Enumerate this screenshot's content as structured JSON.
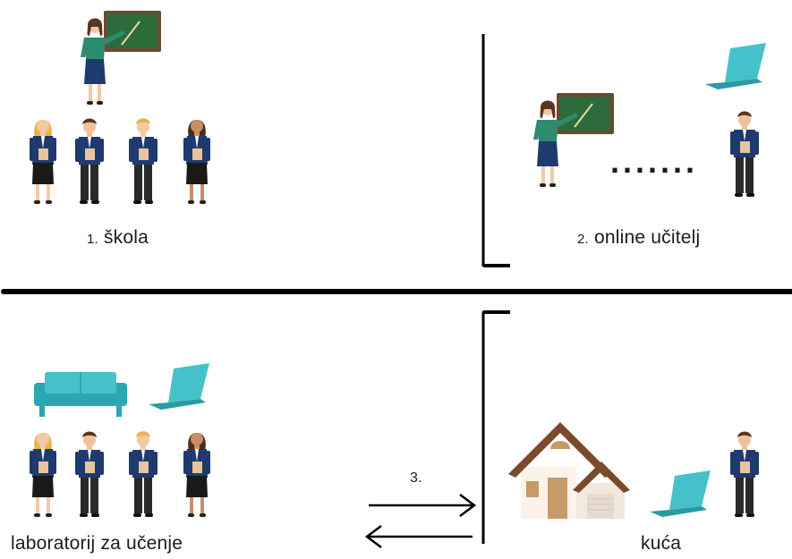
{
  "panels": {
    "school": {
      "number": "1.",
      "label": "škola"
    },
    "online": {
      "number": "2.",
      "label": "online učitelj",
      "dots": "......."
    },
    "lab": {
      "label": "laboratorij za učenje"
    },
    "home": {
      "label": "kuća"
    }
  },
  "arrows": {
    "number": "3."
  },
  "icons": [
    "teacher-icon",
    "chalkboard-icon",
    "student-icon",
    "laptop-icon",
    "sofa-icon",
    "house-icon",
    "arrow-right-icon",
    "arrow-left-icon"
  ],
  "colors": {
    "board": "#2e6b3a",
    "board_frame": "#6b4a2f",
    "teacher_top": "#2e8b6e",
    "uniform": "#1f3a6e",
    "laptop": "#45c2c9",
    "sofa": "#2aa7b3",
    "house_roof": "#7a4a2b",
    "house_wall": "#fbf3ea",
    "door": "#c89a6a",
    "line": "#000000"
  }
}
